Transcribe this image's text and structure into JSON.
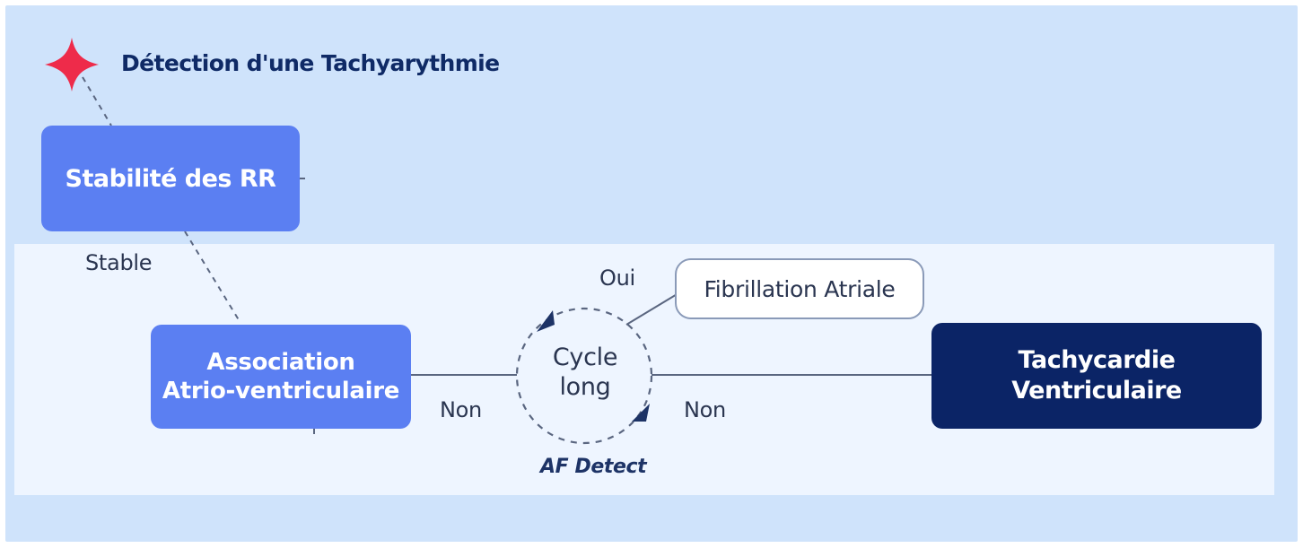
{
  "title": "Détection d'une Tachyarythmie",
  "nodes": {
    "rr_stability": "Stabilité des RR",
    "av_association_line1": "Association",
    "av_association_line2": "Atrio-ventriculaire",
    "cycle_line1": "Cycle",
    "cycle_line2": "long",
    "atrial_fibrillation": "Fibrillation Atriale",
    "vt_line1": "Tachycardie",
    "vt_line2": "Ventriculaire"
  },
  "edge_labels": {
    "stable": "Stable",
    "oui": "Oui",
    "non_left": "Non",
    "non_right": "Non"
  },
  "caption": "AF Detect",
  "colors": {
    "background": "#cfe3fb",
    "panel": "#eef5ff",
    "primary_box": "#5b7ff2",
    "dark_box": "#0b2466",
    "start_marker": "#ee2b4a",
    "text_dark": "#0f2a66"
  },
  "icons": {
    "start_marker": "four-point-star-icon"
  }
}
